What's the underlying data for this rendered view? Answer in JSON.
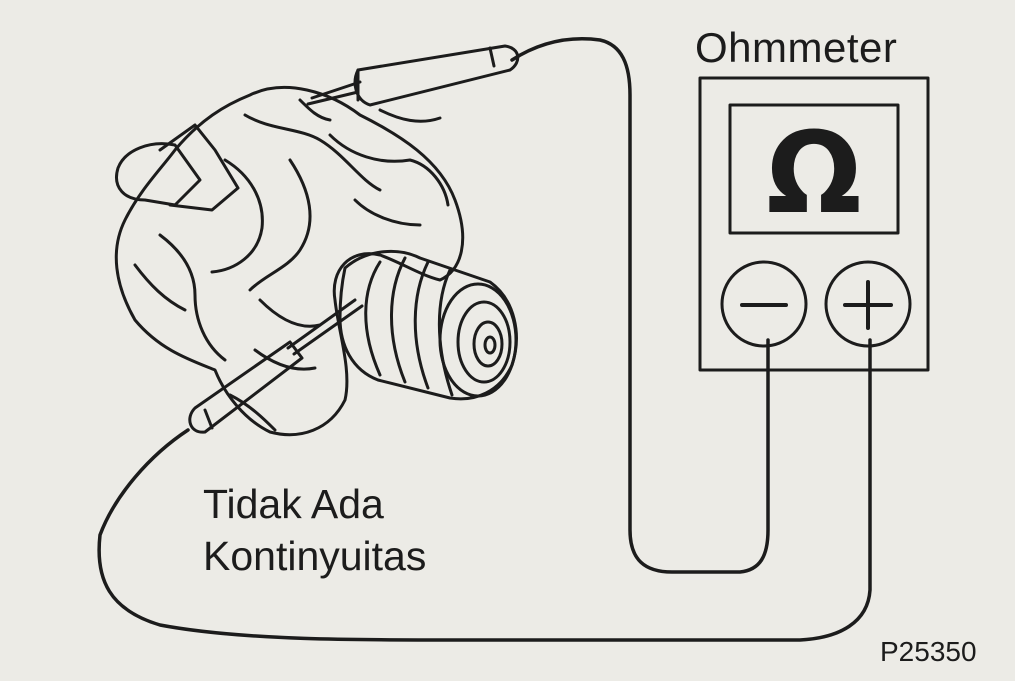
{
  "meter": {
    "title": "Ohmmeter",
    "display_symbol": "Ω",
    "negative_terminal": "−",
    "positive_terminal": "+"
  },
  "result": {
    "line1": "Tidak Ada",
    "line2": "Kontinyuitas"
  },
  "figure_code": "P25350",
  "icons": {
    "component": "alternator-stator-icon",
    "probe": "test-probe-icon"
  },
  "colors": {
    "ink": "#1c1c1c",
    "paper": "#ecebe6"
  }
}
